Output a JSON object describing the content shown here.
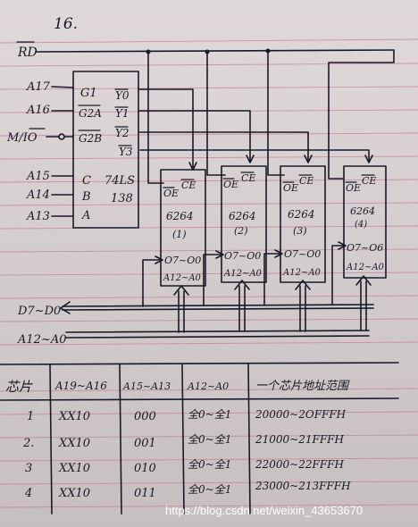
{
  "question_number": "16.",
  "signals": {
    "rd": "RD",
    "a17": "A17",
    "a16": "A16",
    "mio": "M/IO",
    "a15": "A15",
    "a14": "A14",
    "a13": "A13",
    "data_bus": "D7~D0",
    "addr_bus": "A12~A0"
  },
  "decoder": {
    "inputs": [
      "G1",
      "G2A",
      "G2B",
      "C",
      "B",
      "A"
    ],
    "outputs": [
      "Y0",
      "Y1",
      "Y2",
      "Y3"
    ],
    "name_line1": "74LS",
    "name_line2": "138"
  },
  "chips": [
    {
      "pins_top": [
        "OE",
        "CE"
      ],
      "model": "6264",
      "index": "(1)",
      "data_pins": "O7~O0",
      "addr_pins": "A12~A0"
    },
    {
      "pins_top": [
        "OE",
        "CE"
      ],
      "model": "6264",
      "index": "(2)",
      "data_pins": "O7~O0",
      "addr_pins": "A12~A0"
    },
    {
      "pins_top": [
        "OE",
        "CE"
      ],
      "model": "6264",
      "index": "(3)",
      "data_pins": "O7~O0",
      "addr_pins": "A12~A0"
    },
    {
      "pins_top": [
        "OE",
        "CE"
      ],
      "model": "6264",
      "index": "(4)",
      "data_pins": "O7~O6",
      "addr_pins": "A12~A0"
    }
  ],
  "table": {
    "headers": [
      "芯片",
      "A19~A16",
      "A15~A13",
      "A12~A0",
      "一个芯片地址范围"
    ],
    "rows": [
      [
        "1",
        "XX10",
        "000",
        "全0~全1",
        "20000~2OFFFH"
      ],
      [
        "2.",
        "XX10",
        "001",
        "全0~全1",
        "21000~21FFFH"
      ],
      [
        "3",
        "XX10",
        "010",
        "全0~全1",
        "22000~22FFFH"
      ],
      [
        "4",
        "XX10",
        "011",
        "全0~全1",
        "23000~213FFFH"
      ]
    ]
  },
  "watermark": "https://blog.csdn.net/weixin_43653670"
}
